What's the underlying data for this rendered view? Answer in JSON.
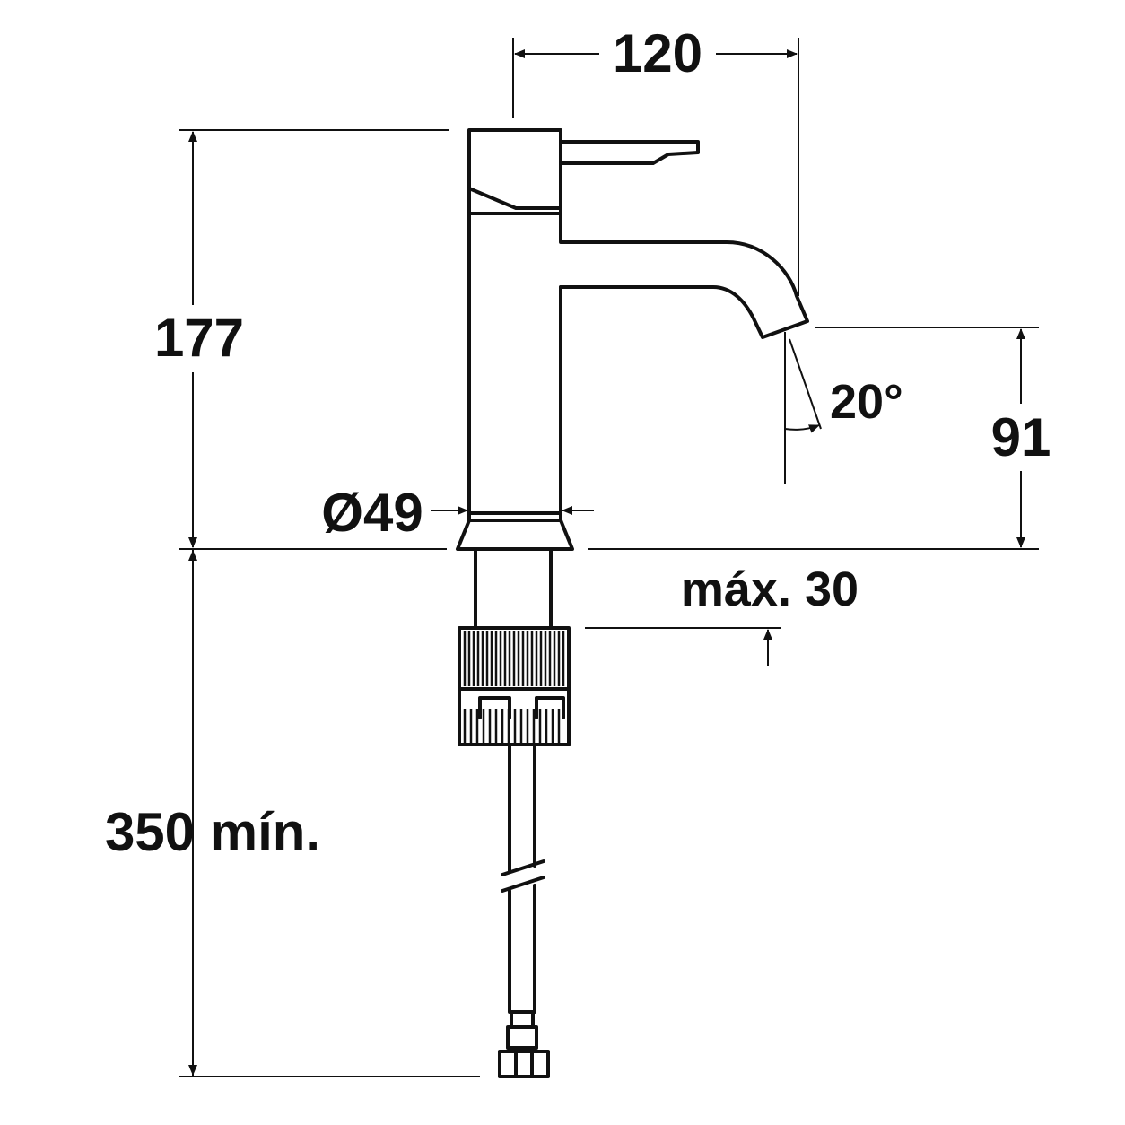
{
  "dimensions": {
    "width_top": "120",
    "height_total": "177",
    "spout_height": "91",
    "spout_angle": "20°",
    "body_diameter": "Ø49",
    "max_countertop": "máx. 30",
    "hose_length": "350 mín."
  },
  "colors": {
    "line": "#111111",
    "background": "#ffffff"
  }
}
